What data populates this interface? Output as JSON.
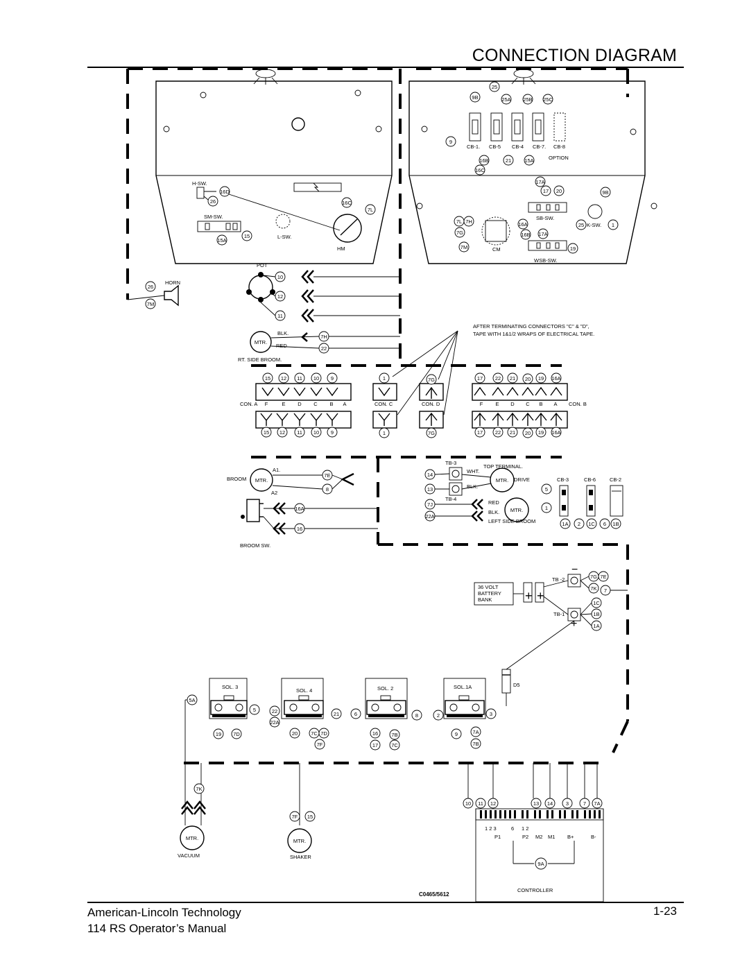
{
  "header": {
    "title": "CONNECTION DIAGRAM"
  },
  "footer": {
    "company": "American-Lincoln Technology",
    "manual": "114 RS Operator’s Manual",
    "page": "1-23"
  },
  "drawing_code": "C0465/5612",
  "left_panel": {
    "hsw": "H-SW.",
    "smsw": "SM-SW.",
    "lsw": "L-SW.",
    "hm": "HM",
    "wires": [
      "16D",
      "26",
      "16C",
      "7L",
      "15",
      "15A"
    ]
  },
  "right_panel": {
    "breakers": [
      "CB-1.",
      "CB-5",
      "CB-4",
      "CB-7.",
      "CB-8"
    ],
    "option": "OPTION",
    "top_wires": [
      "25",
      "9B",
      "25A",
      "25B",
      "25C",
      "9",
      "16B",
      "21",
      "15A",
      "16C"
    ],
    "sbsw": "SB-SW.",
    "ksw": "K-SW.",
    "cm": "CM",
    "wsbsw": "WSB-SW.",
    "mid_wires": [
      "17A",
      "17",
      "20",
      "9B",
      "7L",
      "7H",
      "7G",
      "7M",
      "16A",
      "16B",
      "17A",
      "19",
      "25",
      "1"
    ]
  },
  "components": {
    "pot": "POT",
    "horn": "HORN",
    "mtr": "MTR.",
    "blk": "BLK.",
    "red": "RED",
    "rt_side_broom": "RT. SIDE BROOM.",
    "broom": "BROOM",
    "broom_sw": "BROOM SW.",
    "a1": "A1.",
    "a2": "A2",
    "wht": "WHT.",
    "drive": "DRIVE",
    "top_terminal": "TOP TERMINAL.",
    "left_side_broom": "LEFT SIDE BROOM",
    "tb3": "TB-3",
    "tb4": "TB-4",
    "tb2": "TB -2",
    "tb1": "TB-1",
    "vacuum": "VACUUM",
    "shaker": "SHAKER",
    "controller": "CONTROLLER",
    "d5": "D5"
  },
  "note": [
    "AFTER TERMINATING CONNECTORS \"C\" & \"D\",",
    "TAPE WITH 1&1/2 WRAPS OF ELECTRICAL TAPE."
  ],
  "connectors": {
    "con_a": {
      "name": "CON. A",
      "pins": [
        "F",
        "E",
        "D",
        "C",
        "B",
        "A"
      ],
      "wires": [
        "15",
        "12",
        "11",
        "10",
        "9"
      ]
    },
    "con_c": {
      "name": "CON. C",
      "wires": [
        "1"
      ]
    },
    "con_d": {
      "name": "CON. D",
      "wires": [
        "7G"
      ]
    },
    "con_b": {
      "name": "CON. B",
      "pins": [
        "F",
        "E",
        "D",
        "C",
        "B",
        "A"
      ],
      "wires": [
        "17",
        "22",
        "21",
        "20",
        "19",
        "16A"
      ]
    }
  },
  "breakers_lower": [
    "CB-3",
    "CB-6",
    "CB-2"
  ],
  "battery": [
    "36 VOLT",
    "BATTERY",
    "BANK"
  ],
  "solenoids": [
    "SOL. 3",
    "SOL. 4",
    "SOL. 2",
    "SOL.1A"
  ],
  "controller_pins": {
    "group1": "1 2 3",
    "six": "6",
    "group2": "1 2",
    "labels": [
      "P1",
      "P2",
      "M2",
      "M1",
      "B+",
      "B-"
    ]
  }
}
